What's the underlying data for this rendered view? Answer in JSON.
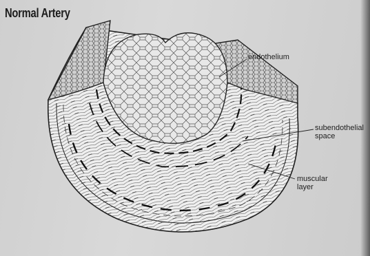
{
  "figure": {
    "title": "Normal Artery",
    "labels": {
      "endothelium": "endothelium",
      "subendothelial_line1": "subendothelial",
      "subendothelial_line2": "space",
      "muscular_line1": "muscular",
      "muscular_line2": "layer"
    }
  },
  "colors": {
    "paper": "#d6d6d6",
    "ink": "#1e1e1e",
    "tissue_light": "#ececec",
    "tissue_shade": "#b8b8b8"
  }
}
